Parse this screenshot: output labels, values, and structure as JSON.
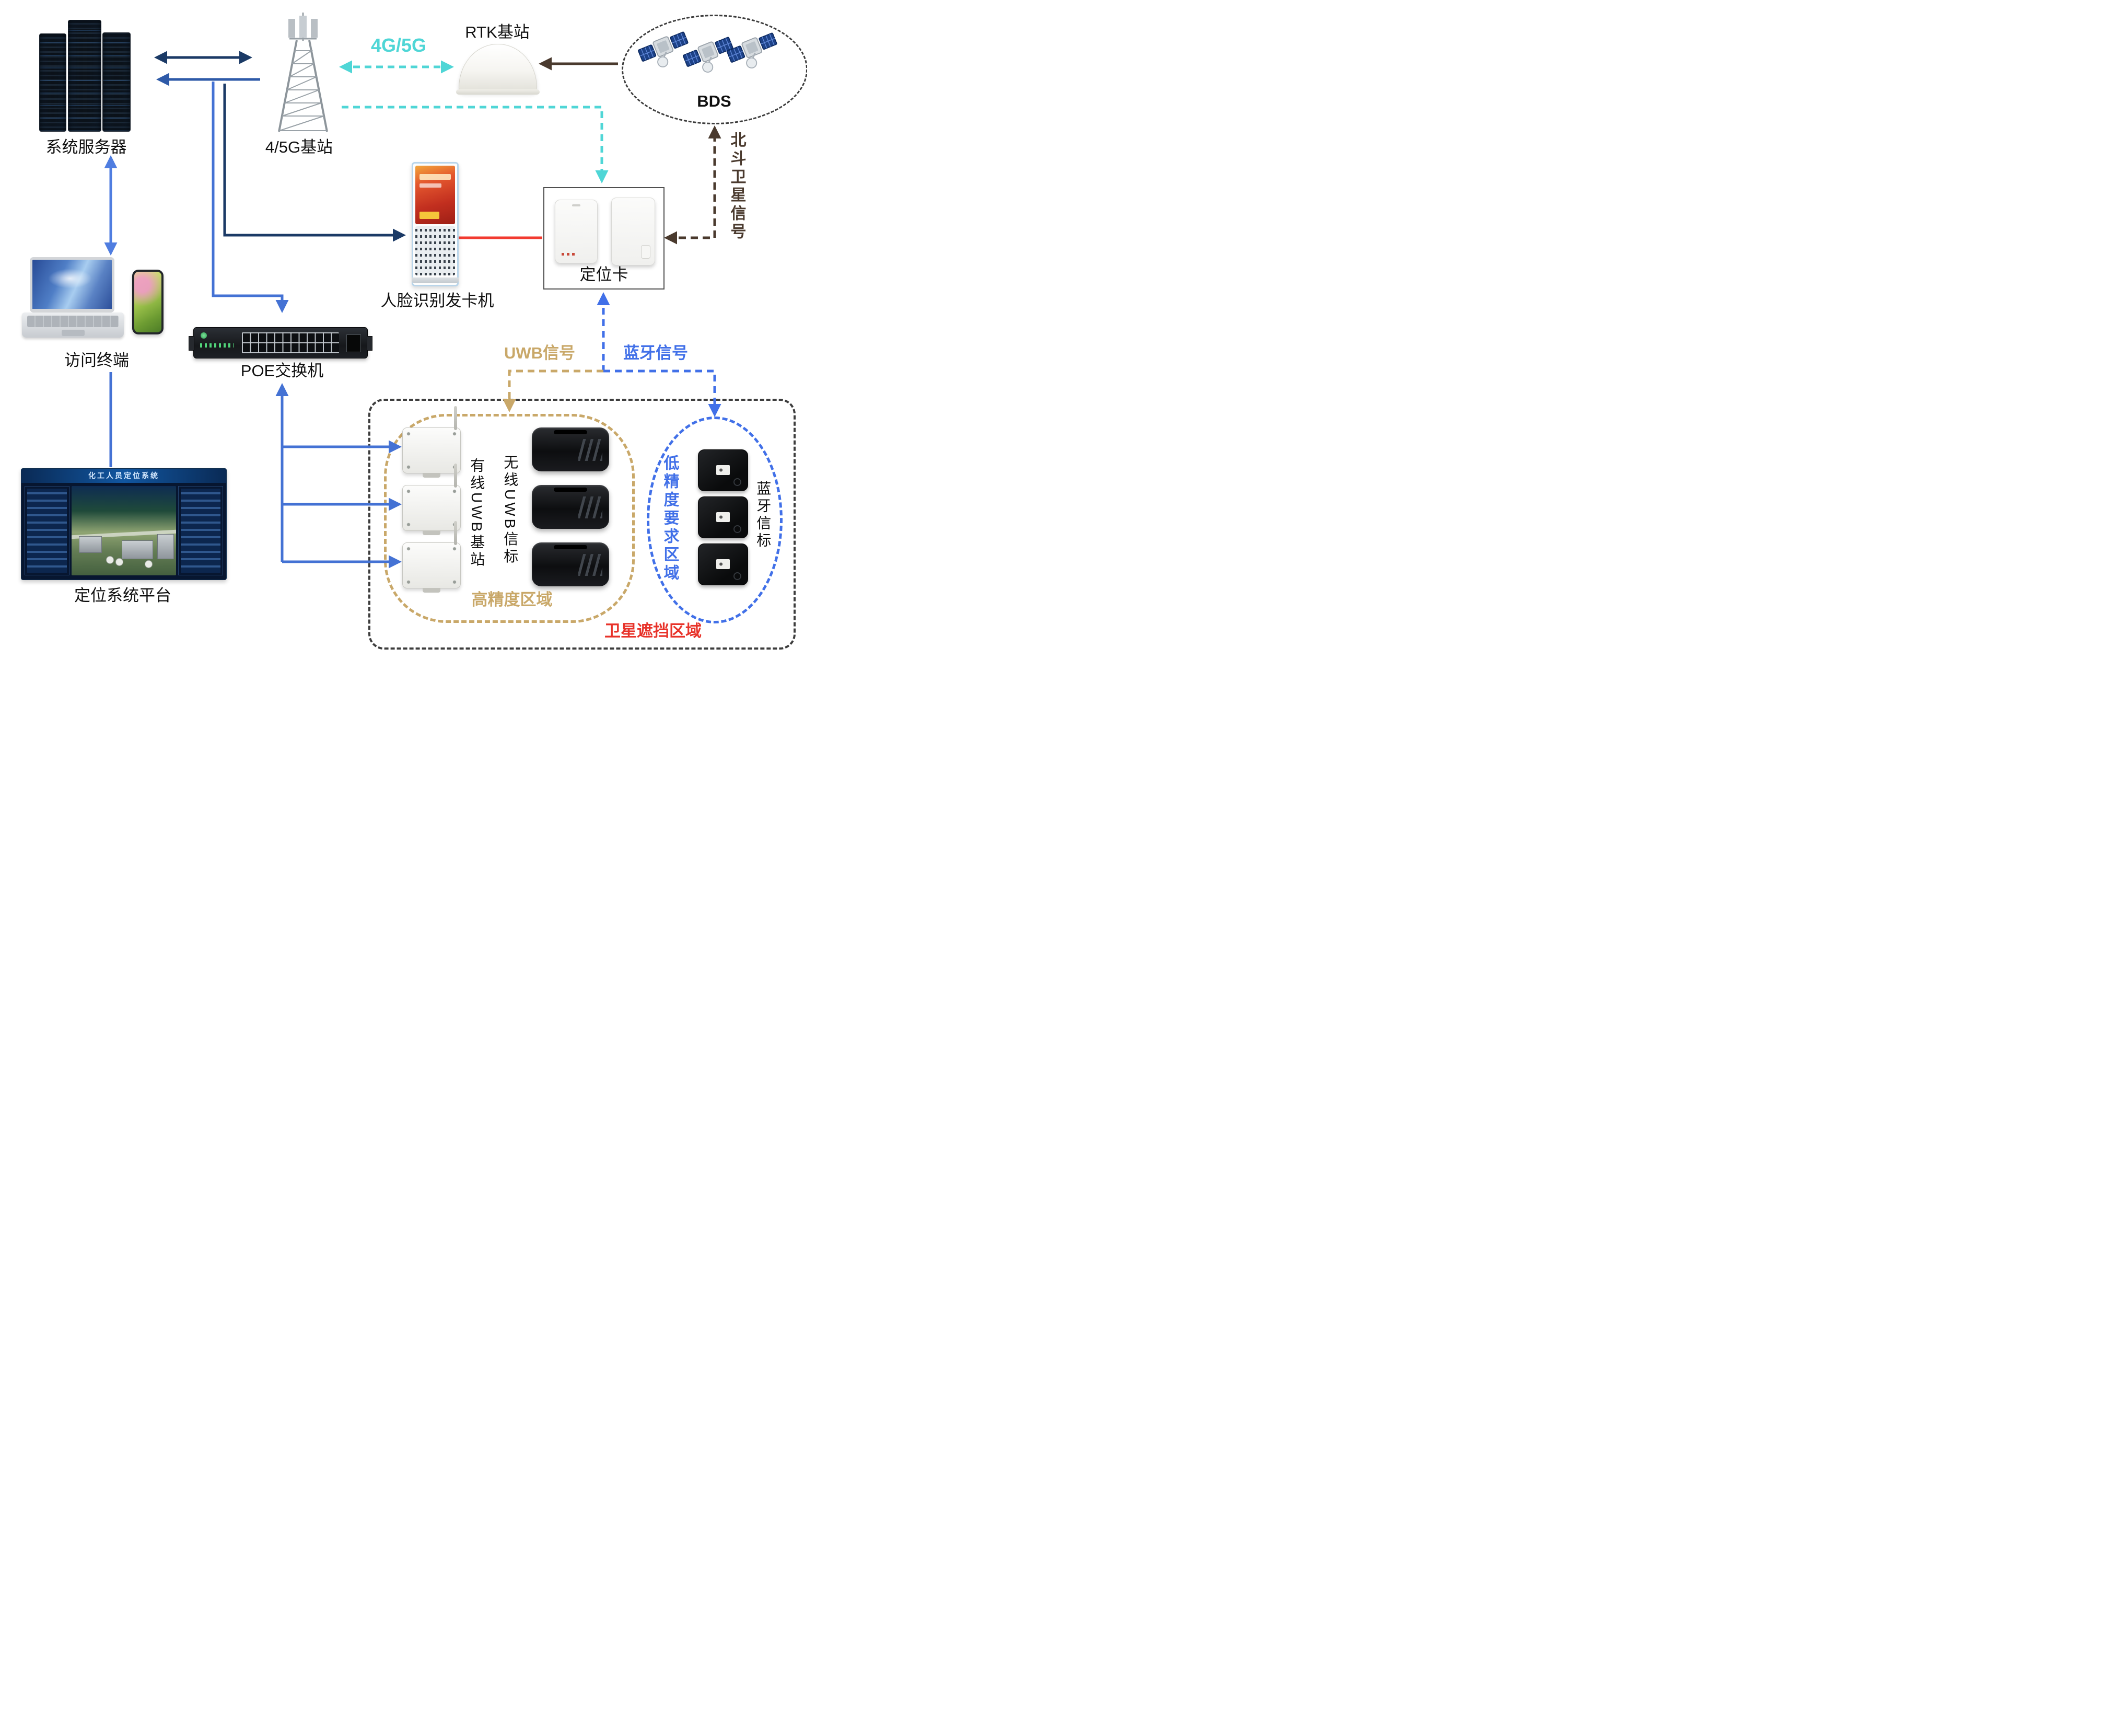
{
  "nodes": {
    "server": {
      "label": "系统服务器"
    },
    "tower": {
      "label": "4/5G基站"
    },
    "rtk": {
      "label": "RTK基站"
    },
    "bds": {
      "label": "BDS"
    },
    "kiosk": {
      "label": "人脸识别发卡机"
    },
    "locator_card": {
      "label": "定位卡"
    },
    "terminal": {
      "label": "访问终端"
    },
    "poe_switch": {
      "label": "POE交换机"
    },
    "platform": {
      "label": "定位系统平台",
      "screen_title": "化工人员定位系统"
    },
    "wired_uwb_base": {
      "label": "有线UWB基站",
      "count": 3
    },
    "wireless_uwb_beacon": {
      "label": "无线UWB信标",
      "count": 3
    },
    "bluetooth_beacon": {
      "label": "蓝牙信标",
      "count": 3
    }
  },
  "signals": {
    "cellular": {
      "label": "4G/5G",
      "color": "#4fd6d6"
    },
    "beidou": {
      "label": "北斗卫星信号",
      "color": "#4a3a2e"
    },
    "uwb": {
      "label": "UWB信号",
      "color": "#c9a869"
    },
    "bluetooth": {
      "label": "蓝牙信号",
      "color": "#4170e8"
    }
  },
  "regions": {
    "high_precision": {
      "label": "高精度区域",
      "color": "#c9a869"
    },
    "low_precision": {
      "label": "低精度要求区域",
      "color": "#4170e8"
    },
    "satellite_blocked": {
      "label": "卫星遮挡区域",
      "color": "#e8332a"
    }
  },
  "colors": {
    "navy_link": "#1b3a66",
    "blue_link": "#4472d4",
    "light_blue_link": "#4f7de0",
    "medium_blue_link": "#2e5aa8",
    "cyan_link": "#4fd6d6",
    "brown_link": "#4a3a2e",
    "tan_link": "#c9a869",
    "bluetooth_link": "#4170e8",
    "red_link": "#f23b30",
    "region_outline": "#3d3d3d"
  }
}
